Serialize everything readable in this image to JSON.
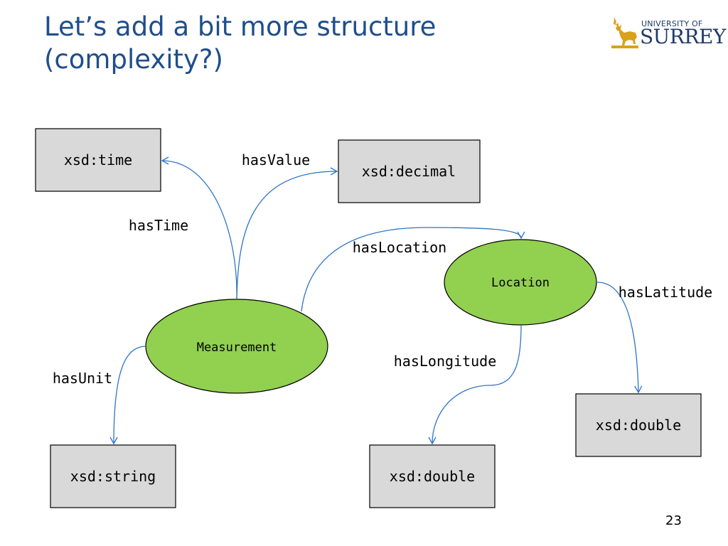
{
  "slide": {
    "title_line1": "Let’s add a bit more structure",
    "title_line2": "(complexity?)",
    "page_number": "23"
  },
  "logo": {
    "line1": "UNIVERSITY OF",
    "line2": "SURREY"
  },
  "nodes": {
    "measurement": "Measurement",
    "location": "Location",
    "time_type": "xsd:time",
    "decimal_type": "xsd:decimal",
    "string_type": "xsd:string",
    "longitude_type": "xsd:double",
    "latitude_type": "xsd:double"
  },
  "edges": {
    "has_time": "hasTime",
    "has_value": "hasValue",
    "has_location": "hasLocation",
    "has_unit": "hasUnit",
    "has_longitude": "hasLongitude",
    "has_latitude": "hasLatitude"
  },
  "colors": {
    "title": "#1f4e8c",
    "class_fill": "#92d050",
    "literal_fill": "#d9d9d9",
    "arrow": "#2e75c6"
  }
}
